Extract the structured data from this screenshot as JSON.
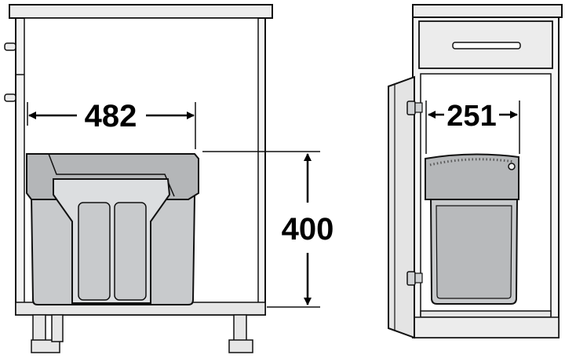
{
  "dimensions": {
    "width_label": "482",
    "height_label": "400",
    "side_width_label": "251"
  },
  "colors": {
    "outline": "#111111",
    "cabinet_fill": "#ececec",
    "bin_fill": "#c8cacc",
    "bin_dark": "#9a9c9e",
    "lid_fill": "#b4b6b8",
    "floor_fill": "#e6e6e6"
  }
}
